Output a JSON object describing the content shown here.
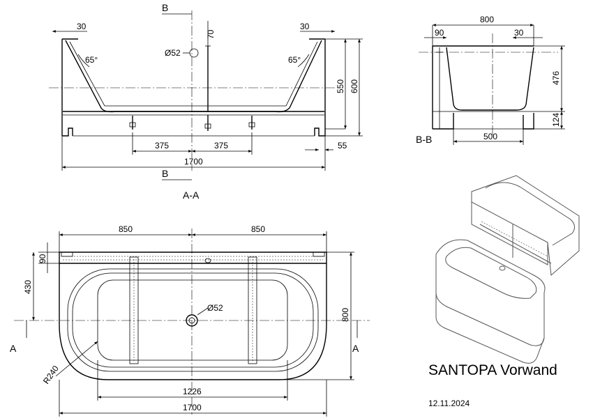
{
  "section_aa": {
    "title": "A-A",
    "cut_label_top": "B",
    "cut_label_bottom": "B",
    "dims": {
      "rim_left": "30",
      "rim_right": "30",
      "overflow_height": "70",
      "angle_left": "65°",
      "angle_right": "65°",
      "drain": "Ø52",
      "inner_height": "550",
      "total_height": "600",
      "foot_left": "375",
      "foot_right": "375",
      "plinth": "55",
      "total_length": "1700"
    }
  },
  "section_bb": {
    "title": "B-B",
    "dims": {
      "total_width": "800",
      "wall": "90",
      "rim": "30",
      "inner_height": "476",
      "base_height": "124",
      "base_width": "500"
    }
  },
  "plan": {
    "cut_label_left": "A",
    "cut_label_right": "A",
    "dims": {
      "half_left": "850",
      "half_right": "850",
      "wall_depth": "90",
      "offset": "430",
      "drain": "Ø52",
      "width": "800",
      "radius": "R240",
      "inner_length": "1226",
      "total_length": "1700"
    }
  },
  "product": {
    "name": "SANTOPA Vorwand",
    "date": "12.11.2024"
  }
}
